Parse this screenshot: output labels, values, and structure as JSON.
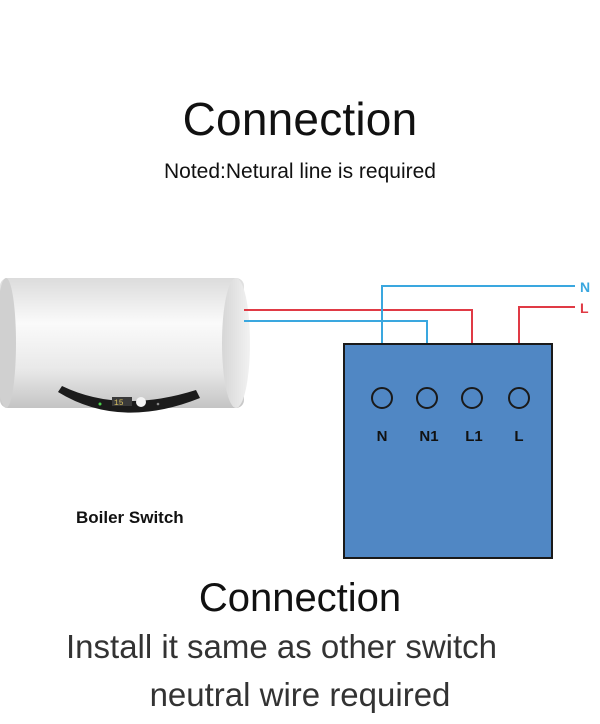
{
  "title_top": "Connection",
  "note": "Noted:Netural line is required",
  "caption": "Boiler Switch",
  "title_bottom": "Connection",
  "install_line1": "Install it same as other switch",
  "install_line2": "neutral wire required",
  "wires": {
    "neutral_label": "N",
    "live_label": "L",
    "neutral_color": "#3aa7df",
    "live_color": "#e03a45"
  },
  "switch_box": {
    "fill_color": "#5087c4",
    "terminals": [
      "N",
      "N1",
      "L1",
      "L"
    ]
  },
  "boiler": {
    "display_text": "15"
  }
}
